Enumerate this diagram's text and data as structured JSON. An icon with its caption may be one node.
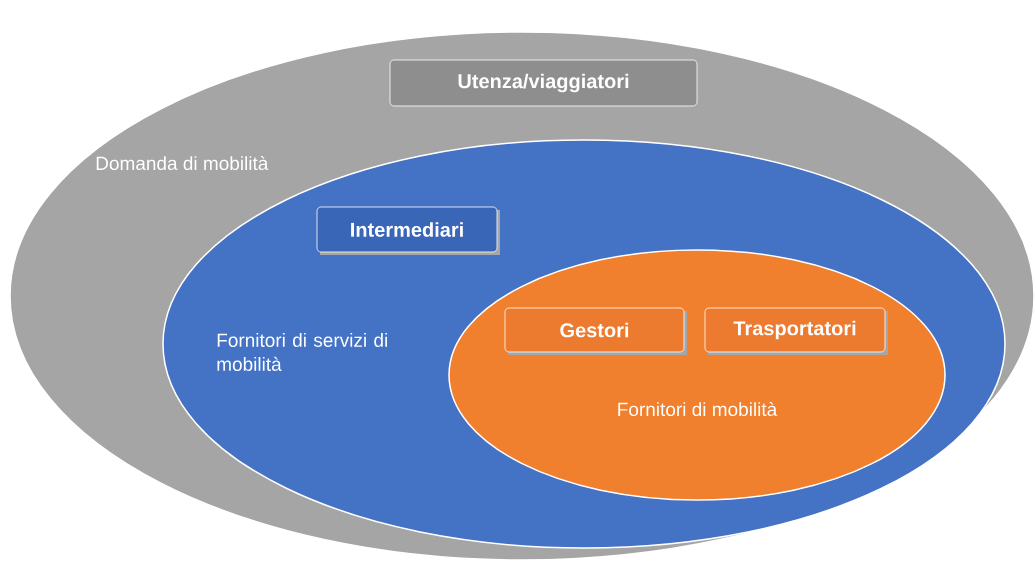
{
  "diagram": {
    "nodes": [
      {
        "text": [
          "Domanda di mobilità"
        ]
      },
      {
        "text": [
          "Utenza/viaggiatori"
        ],
        "in": 0
      },
      {
        "text": [
          "Fornitori di servizi di mobilità"
        ],
        "in": 0
      },
      {
        "text": [
          "Intermediari"
        ],
        "in": 2
      },
      {
        "text": [
          "Fornitori di mobilità"
        ],
        "in": 2
      },
      {
        "text": [
          "Gestori"
        ],
        "in": 4
      },
      {
        "text": [
          "Trasportatori"
        ],
        "in": 4
      }
    ]
  }
}
